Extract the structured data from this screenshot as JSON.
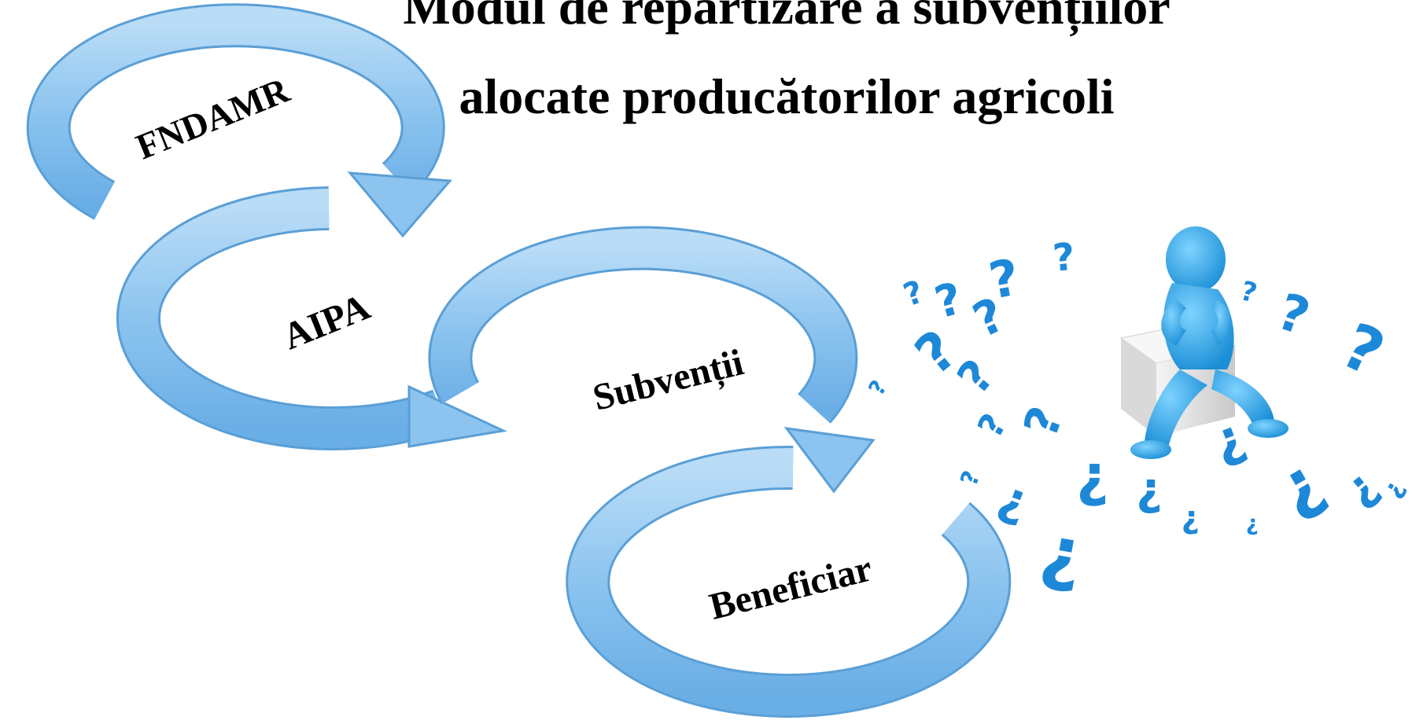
{
  "title": {
    "line1": "Modul de repartizare a subvențiilor",
    "line2": "alocate producătorilor agricoli"
  },
  "flow": {
    "steps": [
      {
        "label": "FNDAMR"
      },
      {
        "label": "AIPA"
      },
      {
        "label": "Subvenții"
      },
      {
        "label": "Beneficiar"
      }
    ],
    "arrow_color": "#8cc4ef",
    "arrow_edge_color": "#5a9fd6"
  },
  "illustration": {
    "description_icon": "thinking-figure-icon",
    "figure_color": "#29a8e8",
    "question_mark_color": "#1e88d8",
    "box_color": "#e4e4e4"
  }
}
